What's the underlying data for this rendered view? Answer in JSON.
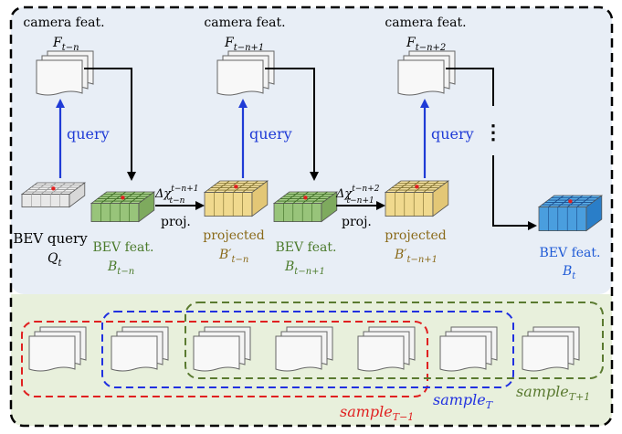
{
  "top_panel": {
    "camera_label": "camera feat.",
    "features": [
      {
        "base": "F",
        "sub": "t−n"
      },
      {
        "base": "F",
        "sub": "t−n+1"
      },
      {
        "base": "F",
        "sub": "t−n+2"
      }
    ],
    "query_label": "query",
    "ellipsis": "⋮",
    "proj_label": "proj.",
    "deltas": [
      {
        "base": "Δχ",
        "sup": "t−n+1",
        "sub": "t−n"
      },
      {
        "base": "Δχ",
        "sup": "t−n+2",
        "sub": "t−n+1"
      }
    ],
    "bev_query": {
      "label": "BEV query",
      "base": "Q",
      "sub": "t"
    },
    "bev_feats": [
      {
        "label": "BEV feat.",
        "base": "B",
        "sub": "t−n"
      },
      {
        "label": "BEV feat.",
        "base": "B",
        "sub": "t−n+1"
      }
    ],
    "projected": [
      {
        "label": "projected",
        "base": "B′",
        "sub": "t−n"
      },
      {
        "label": "projected",
        "base": "B′",
        "sub": "t−n+1"
      }
    ],
    "final_bev": {
      "label": "BEV feat.",
      "base": "B",
      "sub": "t"
    }
  },
  "bottom_panel": {
    "samples": [
      {
        "base": "sample",
        "sub": "T−1"
      },
      {
        "base": "sample",
        "sub": "T"
      },
      {
        "base": "sample",
        "sub": "T+1"
      }
    ]
  },
  "colors": {
    "top_bg": "#e8eef6",
    "bottom_bg": "#e8f0dc",
    "query_blue": "#1f3bd6",
    "green_text": "#4a7a2a",
    "brown_text": "#8a6a1a",
    "blue_text": "#1f5ad6",
    "red": "#e02020",
    "blue_dash": "#2030e0",
    "green_dash": "#5a7a30"
  }
}
